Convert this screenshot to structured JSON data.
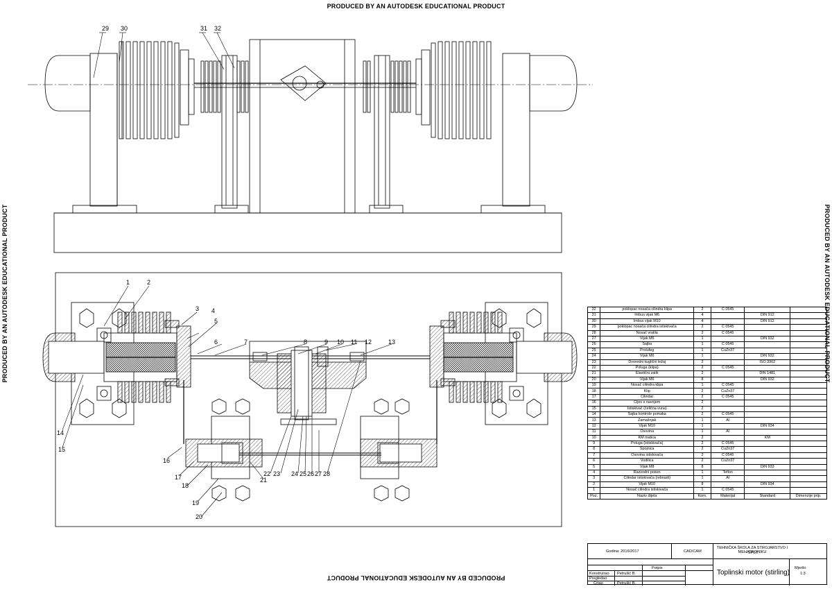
{
  "watermark": "PRODUCED BY AN AUTODESK EDUCATIONAL PRODUCT",
  "callouts_top": [
    "29",
    "30",
    "31",
    "32"
  ],
  "callouts_plan": [
    "1",
    "2",
    "3",
    "4",
    "5",
    "6",
    "7",
    "8",
    "9",
    "10",
    "11",
    "12",
    "13",
    "14",
    "15",
    "16",
    "17",
    "18",
    "19",
    "20",
    "21",
    "22",
    "23",
    "24",
    "25",
    "26",
    "27",
    "28"
  ],
  "bom_header": {
    "poz": "Poz.",
    "name": "Naziv dijela",
    "kom": "Kom.",
    "mat": "Materijal",
    "std": "Standard",
    "dim": "Dimenzije prip."
  },
  "bom": [
    {
      "poz": "32",
      "name": "poklopac nosača cilindra klipa",
      "kom": "2",
      "mat": "Č 0545",
      "std": "",
      "dim": ""
    },
    {
      "poz": "31",
      "name": "Imbus vijak M6",
      "kom": "4",
      "mat": "",
      "std": "DIN 912",
      "dim": ""
    },
    {
      "poz": "30",
      "name": "Imbus vijak M10",
      "kom": "4",
      "mat": "",
      "std": "DIN 912",
      "dim": ""
    },
    {
      "poz": "29",
      "name": "poklopac nosača cilindra istiskivača",
      "kom": "2",
      "mat": "Č 0545",
      "std": "",
      "dim": ""
    },
    {
      "poz": "28",
      "name": "Nosač vratila",
      "kom": "2",
      "mat": "Č 0545",
      "std": "",
      "dim": ""
    },
    {
      "poz": "27",
      "name": "Vijak M6",
      "kom": "1",
      "mat": "",
      "std": "DIN 932",
      "dim": ""
    },
    {
      "poz": "26",
      "name": "Sajba",
      "kom": "1",
      "mat": "Č 0545",
      "std": "",
      "dim": ""
    },
    {
      "poz": "25",
      "name": "Prolufeg",
      "kom": "1",
      "mat": "CuZn37",
      "std": "",
      "dim": ""
    },
    {
      "poz": "24",
      "name": "Vijak M6",
      "kom": "1",
      "mat": "",
      "std": "DIN 932",
      "dim": ""
    },
    {
      "poz": "23",
      "name": "Dvoredni kuglični ležaj",
      "kom": "2",
      "mat": "",
      "std": "ISO 3302",
      "dim": ""
    },
    {
      "poz": "22",
      "name": "Poluga (klipa)",
      "kom": "2",
      "mat": "Č 0545",
      "std": "",
      "dim": ""
    },
    {
      "poz": "21",
      "name": "Elastični zatik",
      "kom": "2",
      "mat": "",
      "std": "DIN 1481",
      "dim": ""
    },
    {
      "poz": "20",
      "name": "Vijak M6",
      "kom": "8",
      "mat": "",
      "std": "DIN 932",
      "dim": ""
    },
    {
      "poz": "19",
      "name": "Nosač cilindra klipa",
      "kom": "1",
      "mat": "Č 0545",
      "std": "",
      "dim": ""
    },
    {
      "poz": "18",
      "name": "Klip",
      "kom": "2",
      "mat": "CuZn37",
      "std": "",
      "dim": ""
    },
    {
      "poz": "17",
      "name": "Cilindar",
      "kom": "2",
      "mat": "Č 0545",
      "std": "",
      "dim": ""
    },
    {
      "poz": "16",
      "name": "Cijev s navojem",
      "kom": "2",
      "mat": "",
      "std": "",
      "dim": ""
    },
    {
      "poz": "15",
      "name": "Istiskivač (čelična vuna)",
      "kom": "2",
      "mat": "",
      "std": "",
      "dim": ""
    },
    {
      "poz": "14",
      "name": "Sajba kontrole pomaka",
      "kom": "2",
      "mat": "Č 0545",
      "std": "",
      "dim": ""
    },
    {
      "poz": "13",
      "name": "Zamašnjak",
      "kom": "1",
      "mat": "Al",
      "std": "",
      "dim": ""
    },
    {
      "poz": "12",
      "name": "Vijak M10",
      "kom": "1",
      "mat": "",
      "std": "DIN 934",
      "dim": ""
    },
    {
      "poz": "11",
      "name": "Osovina",
      "kom": "1",
      "mat": "Al",
      "std": "",
      "dim": ""
    },
    {
      "poz": "10",
      "name": "KM matica",
      "kom": "2",
      "mat": "",
      "std": "KM",
      "dim": ""
    },
    {
      "poz": "9",
      "name": "Poluga (istiskivača)",
      "kom": "2",
      "mat": "Č 0545",
      "std": "",
      "dim": ""
    },
    {
      "poz": "8",
      "name": "Spojnica",
      "kom": "2",
      "mat": "CuZn37",
      "std": "",
      "dim": ""
    },
    {
      "poz": "7",
      "name": "Osovina istiskivača",
      "kom": "2",
      "mat": "Č 0545",
      "std": "",
      "dim": ""
    },
    {
      "poz": "6",
      "name": "Vodilica",
      "kom": "2",
      "mat": "CuZn37",
      "std": "",
      "dim": ""
    },
    {
      "poz": "5",
      "name": "Vijak M8",
      "kom": "8",
      "mat": "",
      "std": "DIN 933",
      "dim": ""
    },
    {
      "poz": "4",
      "name": "Razvodni prsten",
      "kom": "1",
      "mat": "Teflon",
      "std": "",
      "dim": ""
    },
    {
      "poz": "3",
      "name": "Cilindar istiskivača (rebrasti)",
      "kom": "1",
      "mat": "Al",
      "std": "",
      "dim": ""
    },
    {
      "poz": "2",
      "name": "Vijak M10",
      "kom": "8",
      "mat": "",
      "std": "DIN 934",
      "dim": ""
    },
    {
      "poz": "1",
      "name": "Nosač cilindra istiskivača",
      "kom": "1",
      "mat": "Č 0545",
      "std": "",
      "dim": ""
    }
  ],
  "title_block": {
    "year": "Godina: 2016/2017",
    "course": "CAD/CAM",
    "school": "TEHNIČKA ŠKOLA ZA STROJARSTVO I MEHATRONIKU",
    "city": "- SPLIT",
    "potpis": "Potpis",
    "konstruirao_label": "Konstruirao",
    "konstruirao_name": "Petrušić B.",
    "pregledao_label": "Pregledao",
    "crtao_label": "Crtao",
    "crtao_name": "Petrušić B.",
    "title": "Toplinski motor (stirling)",
    "mjerilo_label": "Mjerilo",
    "mjerilo": "1:3"
  }
}
